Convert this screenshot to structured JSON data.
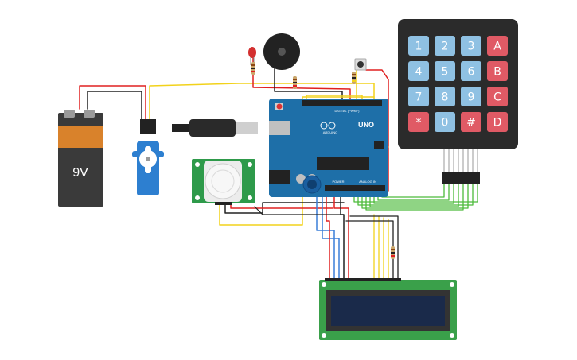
{
  "battery": {
    "label": "9V"
  },
  "arduino": {
    "brand": "UNO",
    "logo_text": "ARDUINO",
    "digital_label": "DIGITAL (PWM~)",
    "analog_label": "ANALOG IN",
    "power_label": "POWER"
  },
  "keypad": {
    "keys": [
      {
        "label": "1",
        "type": "digit"
      },
      {
        "label": "2",
        "type": "digit"
      },
      {
        "label": "3",
        "type": "digit"
      },
      {
        "label": "A",
        "type": "letter"
      },
      {
        "label": "4",
        "type": "digit"
      },
      {
        "label": "5",
        "type": "digit"
      },
      {
        "label": "6",
        "type": "digit"
      },
      {
        "label": "B",
        "type": "letter"
      },
      {
        "label": "7",
        "type": "digit"
      },
      {
        "label": "8",
        "type": "digit"
      },
      {
        "label": "9",
        "type": "digit"
      },
      {
        "label": "C",
        "type": "letter"
      },
      {
        "label": "*",
        "type": "letter"
      },
      {
        "label": "0",
        "type": "digit"
      },
      {
        "label": "#",
        "type": "letter"
      },
      {
        "label": "D",
        "type": "letter"
      }
    ]
  },
  "colors": {
    "wire_red": "#e02020",
    "wire_black": "#222222",
    "wire_yellow": "#f2d21b",
    "wire_green": "#4cbb3a",
    "wire_blue": "#3a7fd8",
    "arduino_board": "#1e6fa8",
    "key_digit": "#8fc1e3",
    "key_letter": "#e05a65",
    "keypad_body": "#2b2b2b",
    "lcd_pcb": "#3aa04a",
    "lcd_screen": "#1a2a4a",
    "pir_pcb": "#2e9a4a",
    "servo_body": "#2d7fd0",
    "battery_top": "#d9822b"
  }
}
